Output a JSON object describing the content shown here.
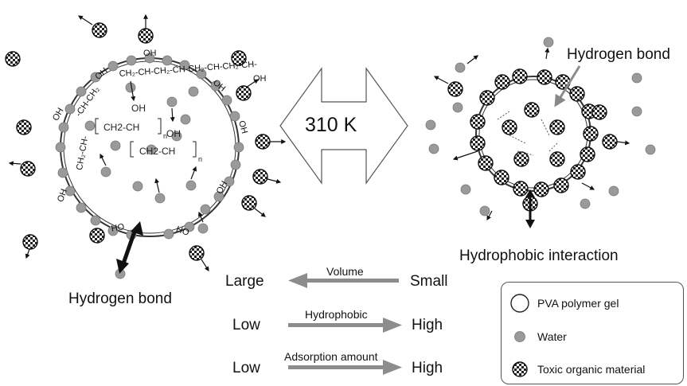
{
  "center": {
    "label": "310 K"
  },
  "left_gel": {
    "caption": "Hydrogen bond",
    "chain_text": [
      "OH",
      "CH₂-CH-CH₂-CH-CH₂-CH-CH₂-CH-",
      "-CH-CH₂",
      "CH₂-CH-",
      "OH",
      "OH",
      "OH",
      "OH",
      "OH",
      "OH",
      "HO",
      "HO",
      "OH"
    ],
    "formula_1_oh": "OH",
    "formula_1_body": "CH2-CH",
    "formula_1_n": "n",
    "formula_2_oh": "OH",
    "formula_2_body": "CH2-CH",
    "formula_2_n": "n"
  },
  "right_gel": {
    "caption": "Hydrophobic interaction",
    "annotation": "Hydrogen bond"
  },
  "relations": [
    {
      "left": "Large",
      "arrow_label": "Volume",
      "right": "Small",
      "direction": "left"
    },
    {
      "left": "Low",
      "arrow_label": "Hydrophobic",
      "right": "High",
      "direction": "right"
    },
    {
      "left": "Low",
      "arrow_label": "Adsorption amount",
      "right": "High",
      "direction": "right"
    }
  ],
  "legend": {
    "items": [
      {
        "symbol": "open-circle",
        "label": "PVA polymer gel"
      },
      {
        "symbol": "gray-dot",
        "label": "Water"
      },
      {
        "symbol": "checkered-ball",
        "label": "Toxic organic material"
      }
    ]
  },
  "colors": {
    "water": "#9a9a9a",
    "arrow_gray": "#8c8c8c",
    "ink": "#111111"
  }
}
